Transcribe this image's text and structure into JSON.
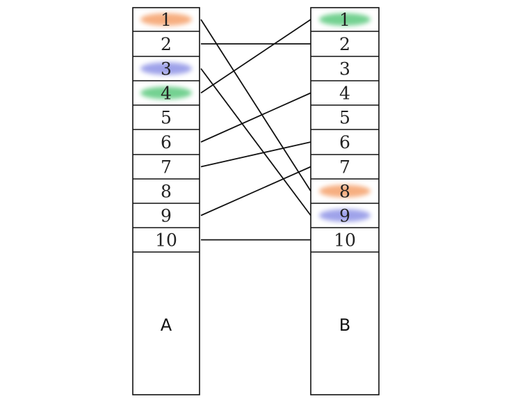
{
  "columns": [
    {
      "id": "A",
      "label": "A",
      "cells": [
        {
          "label": "1",
          "highlight": "orange"
        },
        {
          "label": "2",
          "highlight": null
        },
        {
          "label": "3",
          "highlight": "blue"
        },
        {
          "label": "4",
          "highlight": "green"
        },
        {
          "label": "5",
          "highlight": null
        },
        {
          "label": "6",
          "highlight": null
        },
        {
          "label": "7",
          "highlight": null
        },
        {
          "label": "8",
          "highlight": null
        },
        {
          "label": "9",
          "highlight": null
        },
        {
          "label": "10",
          "highlight": null
        }
      ]
    },
    {
      "id": "B",
      "label": "B",
      "cells": [
        {
          "label": "1",
          "highlight": "green"
        },
        {
          "label": "2",
          "highlight": null
        },
        {
          "label": "3",
          "highlight": null
        },
        {
          "label": "4",
          "highlight": null
        },
        {
          "label": "5",
          "highlight": null
        },
        {
          "label": "6",
          "highlight": null
        },
        {
          "label": "7",
          "highlight": null
        },
        {
          "label": "8",
          "highlight": "orange"
        },
        {
          "label": "9",
          "highlight": "blue"
        },
        {
          "label": "10",
          "highlight": null
        }
      ]
    }
  ],
  "connections": [
    {
      "from": "1",
      "to": "8"
    },
    {
      "from": "2",
      "to": "2"
    },
    {
      "from": "3",
      "to": "9"
    },
    {
      "from": "4",
      "to": "1"
    },
    {
      "from": "6",
      "to": "4"
    },
    {
      "from": "7",
      "to": "6"
    },
    {
      "from": "9",
      "to": "7"
    },
    {
      "from": "10",
      "to": "10"
    }
  ],
  "highlight_colors": {
    "orange": "#f5a06a",
    "green": "#5cc97e",
    "blue": "#8e93e6"
  }
}
